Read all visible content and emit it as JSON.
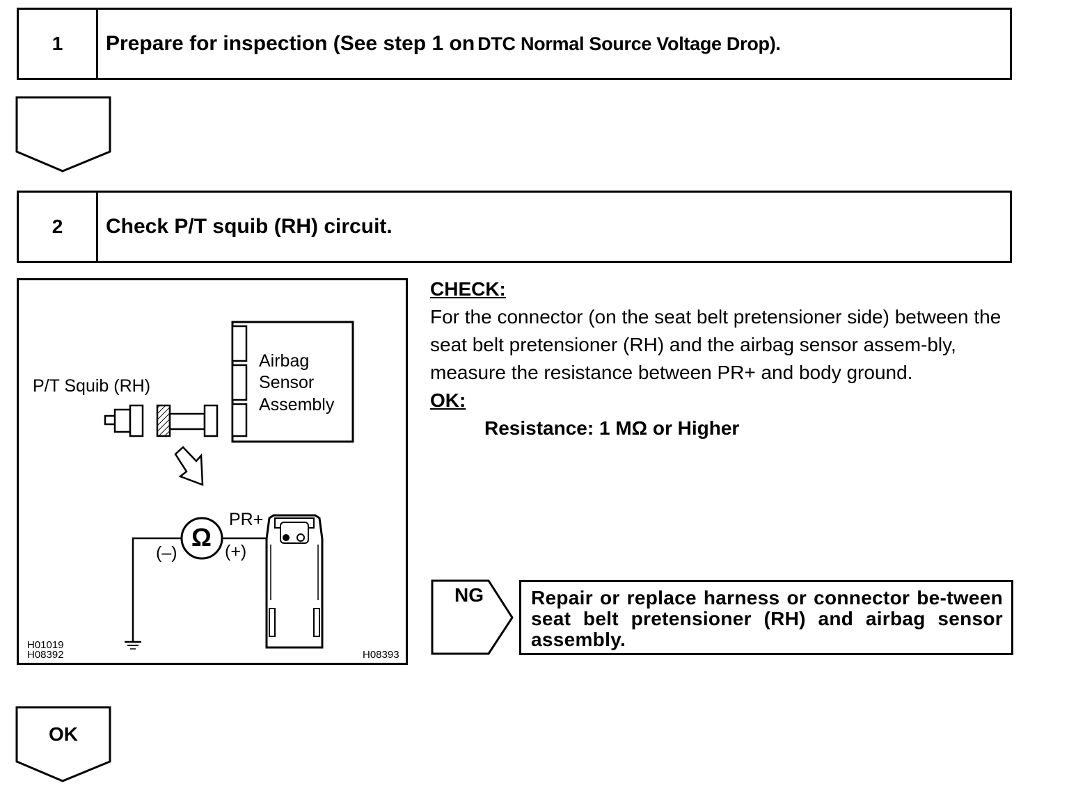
{
  "step1": {
    "number": "1",
    "title": "Prepare for inspection (See step 1 on",
    "title_ref": "DTC Normal Source Voltage Drop)."
  },
  "step2": {
    "number": "2",
    "title": "Check P/T squib (RH) circuit."
  },
  "figure": {
    "label_squib": "P/T Squib (RH)",
    "label_airbag_lines": [
      "Airbag",
      "Sensor",
      "Assembly"
    ],
    "label_pr_plus": "PR+",
    "label_minus": "(–)",
    "label_plus": "(+)",
    "ohm_symbol": "Ω",
    "code_left": "H01019\nH08392",
    "code_right": "H08393"
  },
  "instructions": {
    "check_heading": "CHECK:",
    "check_text": "For the connector (on the seat belt pretensioner side) between the seat belt pretensioner (RH) and the airbag sensor assem-bly, measure the resistance between PR+ and body ground.",
    "ok_heading": "OK:",
    "ok_spec": "Resistance: 1 MΩ or Higher"
  },
  "ng": {
    "label": "NG",
    "action": "Repair or replace harness or connector be-tween seat belt pretensioner (RH) and airbag sensor assembly."
  },
  "ok_arrow": {
    "label": "OK"
  }
}
